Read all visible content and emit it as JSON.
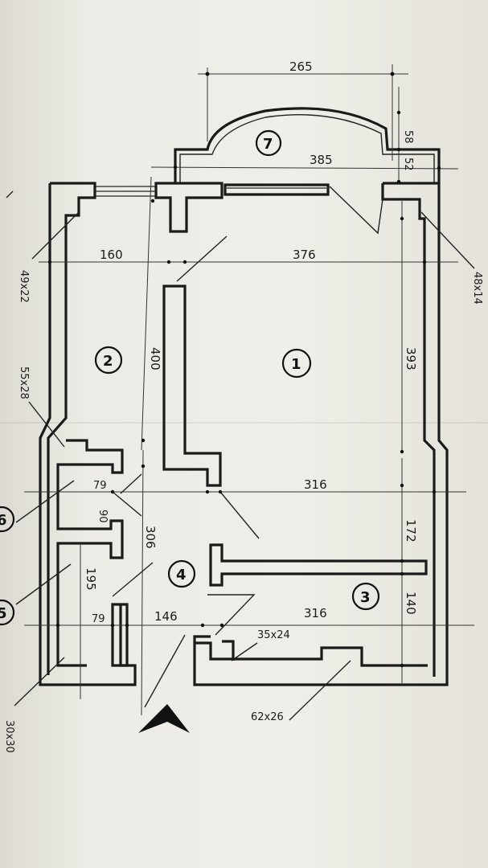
{
  "plan": {
    "dimensions": {
      "balcony_width": "265",
      "balcony_depth_a": "58",
      "balcony_depth_b": "52",
      "balcony_length": "385",
      "room2_width": "160",
      "room1_width": "376",
      "room2_length": "400",
      "room1_length": "393",
      "corridor_width": "316",
      "room3_width": "316",
      "corridor_depth": "172",
      "room3_depth": "140",
      "bath_width_a": "79",
      "bath_depth": "90",
      "wc_width": "79",
      "wc_depth": "195",
      "hall_depth": "306",
      "hall_width": "146"
    },
    "rooms": [
      "1",
      "2",
      "3",
      "4",
      "5",
      "6",
      "7"
    ],
    "openings": {
      "opening_left_top": "49x22",
      "opening_right_top": "48x14",
      "opening_left_mid": "55x28",
      "opening_bottom_left": "30x30",
      "opening_bottom_mid": "62x26",
      "opening_inner": "35x24"
    }
  }
}
